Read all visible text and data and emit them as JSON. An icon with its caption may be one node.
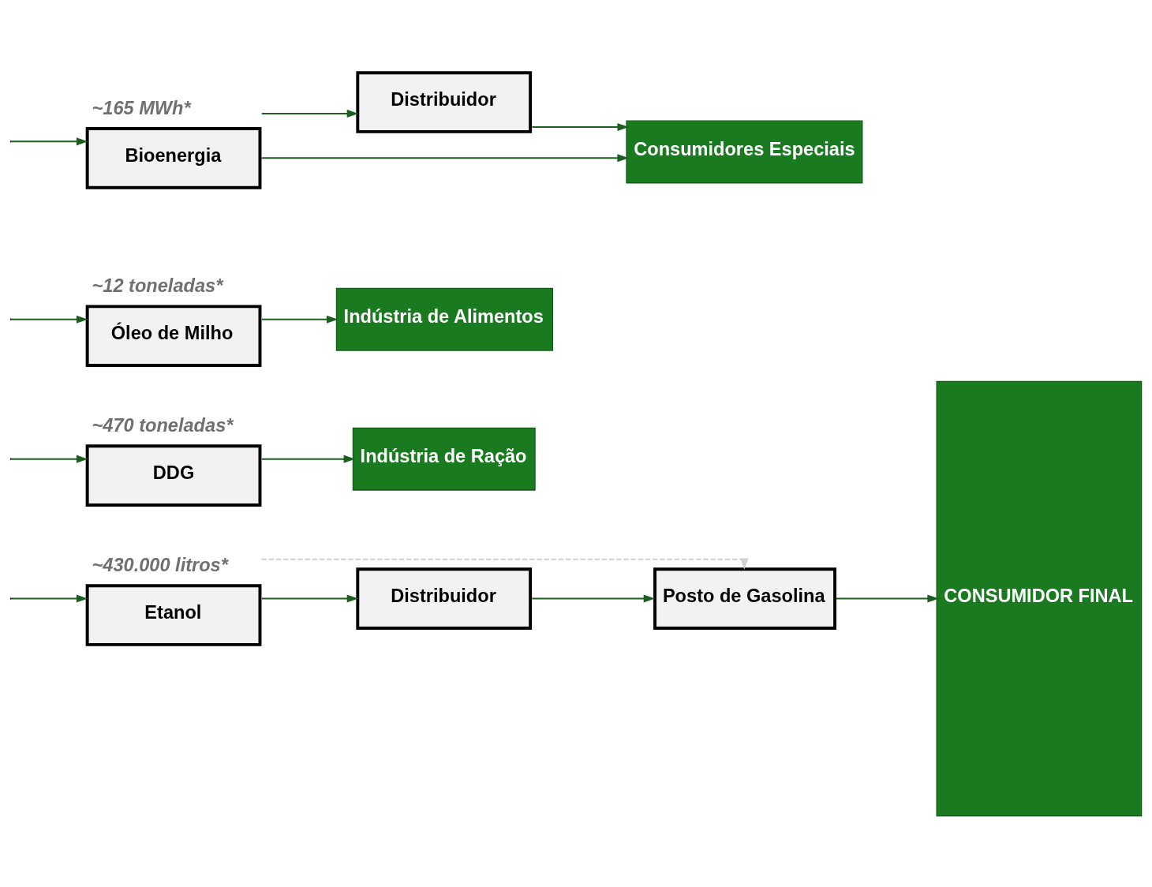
{
  "diagram": {
    "nodes": [
      {
        "text": [
          "Etanol"
        ],
        "beside": [
          "~430.000 litros*"
        ]
      },
      {
        "text": [
          "Distribuidor"
        ]
      },
      {
        "text": [
          "Posto de Gasolina"
        ]
      },
      {
        "text": [
          "CONSUMIDOR FINAL"
        ]
      },
      {
        "text": [
          "DDG"
        ],
        "beside": [
          "~470 toneladas*"
        ]
      },
      {
        "text": [
          "Indústria de Ração"
        ]
      },
      {
        "text": [
          "Óleo de Milho"
        ],
        "beside": [
          "~12 toneladas*"
        ]
      },
      {
        "text": [
          "Indústria de Alimentos"
        ]
      },
      {
        "text": [
          "Distribuidor"
        ]
      },
      {
        "text": [
          "Bioenergia"
        ],
        "beside": [
          "~165 MWh*"
        ]
      },
      {
        "text": [
          "Consumidores Especiais"
        ]
      }
    ],
    "edges": [
      {
        "from": null,
        "to": 0,
        "arrow": "to"
      },
      {
        "from": null,
        "to": 4,
        "arrow": "to"
      },
      {
        "from": null,
        "to": 6,
        "arrow": "to"
      },
      {
        "from": null,
        "to": 9,
        "arrow": "to"
      },
      {
        "from": 0,
        "to": 1,
        "arrow": "to"
      },
      {
        "from": 1,
        "to": 2,
        "arrow": "to"
      },
      {
        "from": 2,
        "to": 3,
        "arrow": "to"
      },
      {
        "from": 0,
        "to": 2,
        "arrow": "to",
        "style": "dashed",
        "color": "#d0d0d0"
      },
      {
        "from": 4,
        "to": 5,
        "arrow": "to"
      },
      {
        "from": 6,
        "to": 7,
        "arrow": "to"
      },
      {
        "from": 9,
        "to": 8,
        "arrow": "to"
      },
      {
        "from": 8,
        "to": 10,
        "arrow": "to"
      },
      {
        "from": 9,
        "to": 10,
        "arrow": "to"
      }
    ]
  }
}
